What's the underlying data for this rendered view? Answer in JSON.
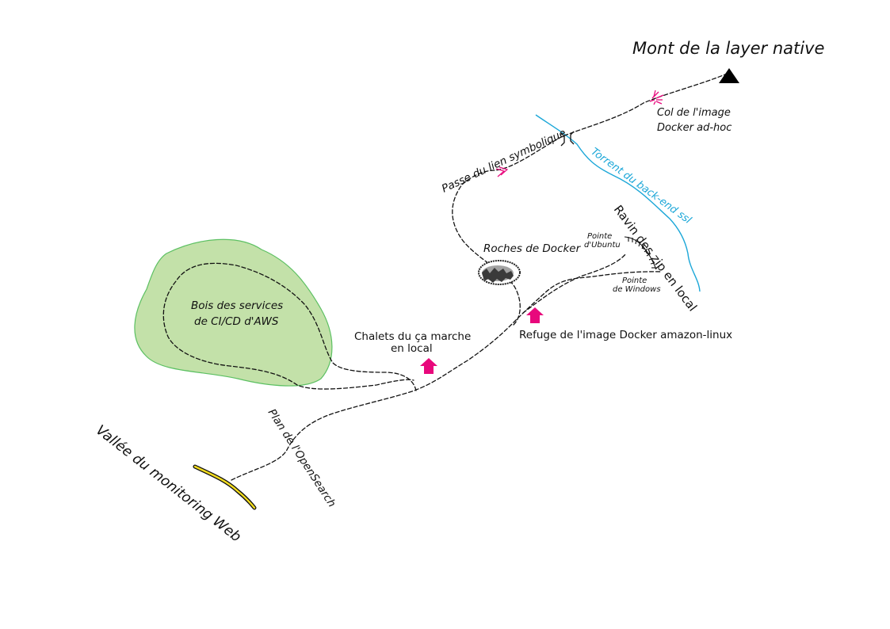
{
  "map": {
    "summit": "Mont de la layer native",
    "col": {
      "line1": "Col de l'image",
      "line2": "Docker ad-hoc"
    },
    "passe": "Passe du lien symbolique",
    "torrent": "Torrent du back-end ssl",
    "ravin": "Ravin des zip en local",
    "pointe_ubuntu": {
      "line1": "Pointe",
      "line2": "d'Ubuntu"
    },
    "pointe_windows": {
      "line1": "Pointe",
      "line2": "de Windows"
    },
    "roches": "Roches de Docker",
    "refuge": "Refuge de l'image Docker amazon-linux",
    "chalets": {
      "line1": "Chalets du ça marche",
      "line2": "en local"
    },
    "bois": {
      "line1": "Bois des services",
      "line2": "de CI/CD d'AWS"
    },
    "plan": "Plan de l'OpenSearch",
    "vallee": "Vallée du monitoring Web"
  },
  "colors": {
    "forest_fill": "#c3e1a9",
    "forest_stroke": "#5cc062",
    "river": "#1ca7d8",
    "shelter": "#e8087c",
    "road_fill": "#f2dc1e",
    "summit": "#000000"
  },
  "icons": [
    "summit-triangle-icon",
    "col-marker-icon",
    "bridge-icon",
    "chevron-marker-icon",
    "rocks-icon",
    "shelter-icon",
    "cliff-hatch-icon"
  ]
}
